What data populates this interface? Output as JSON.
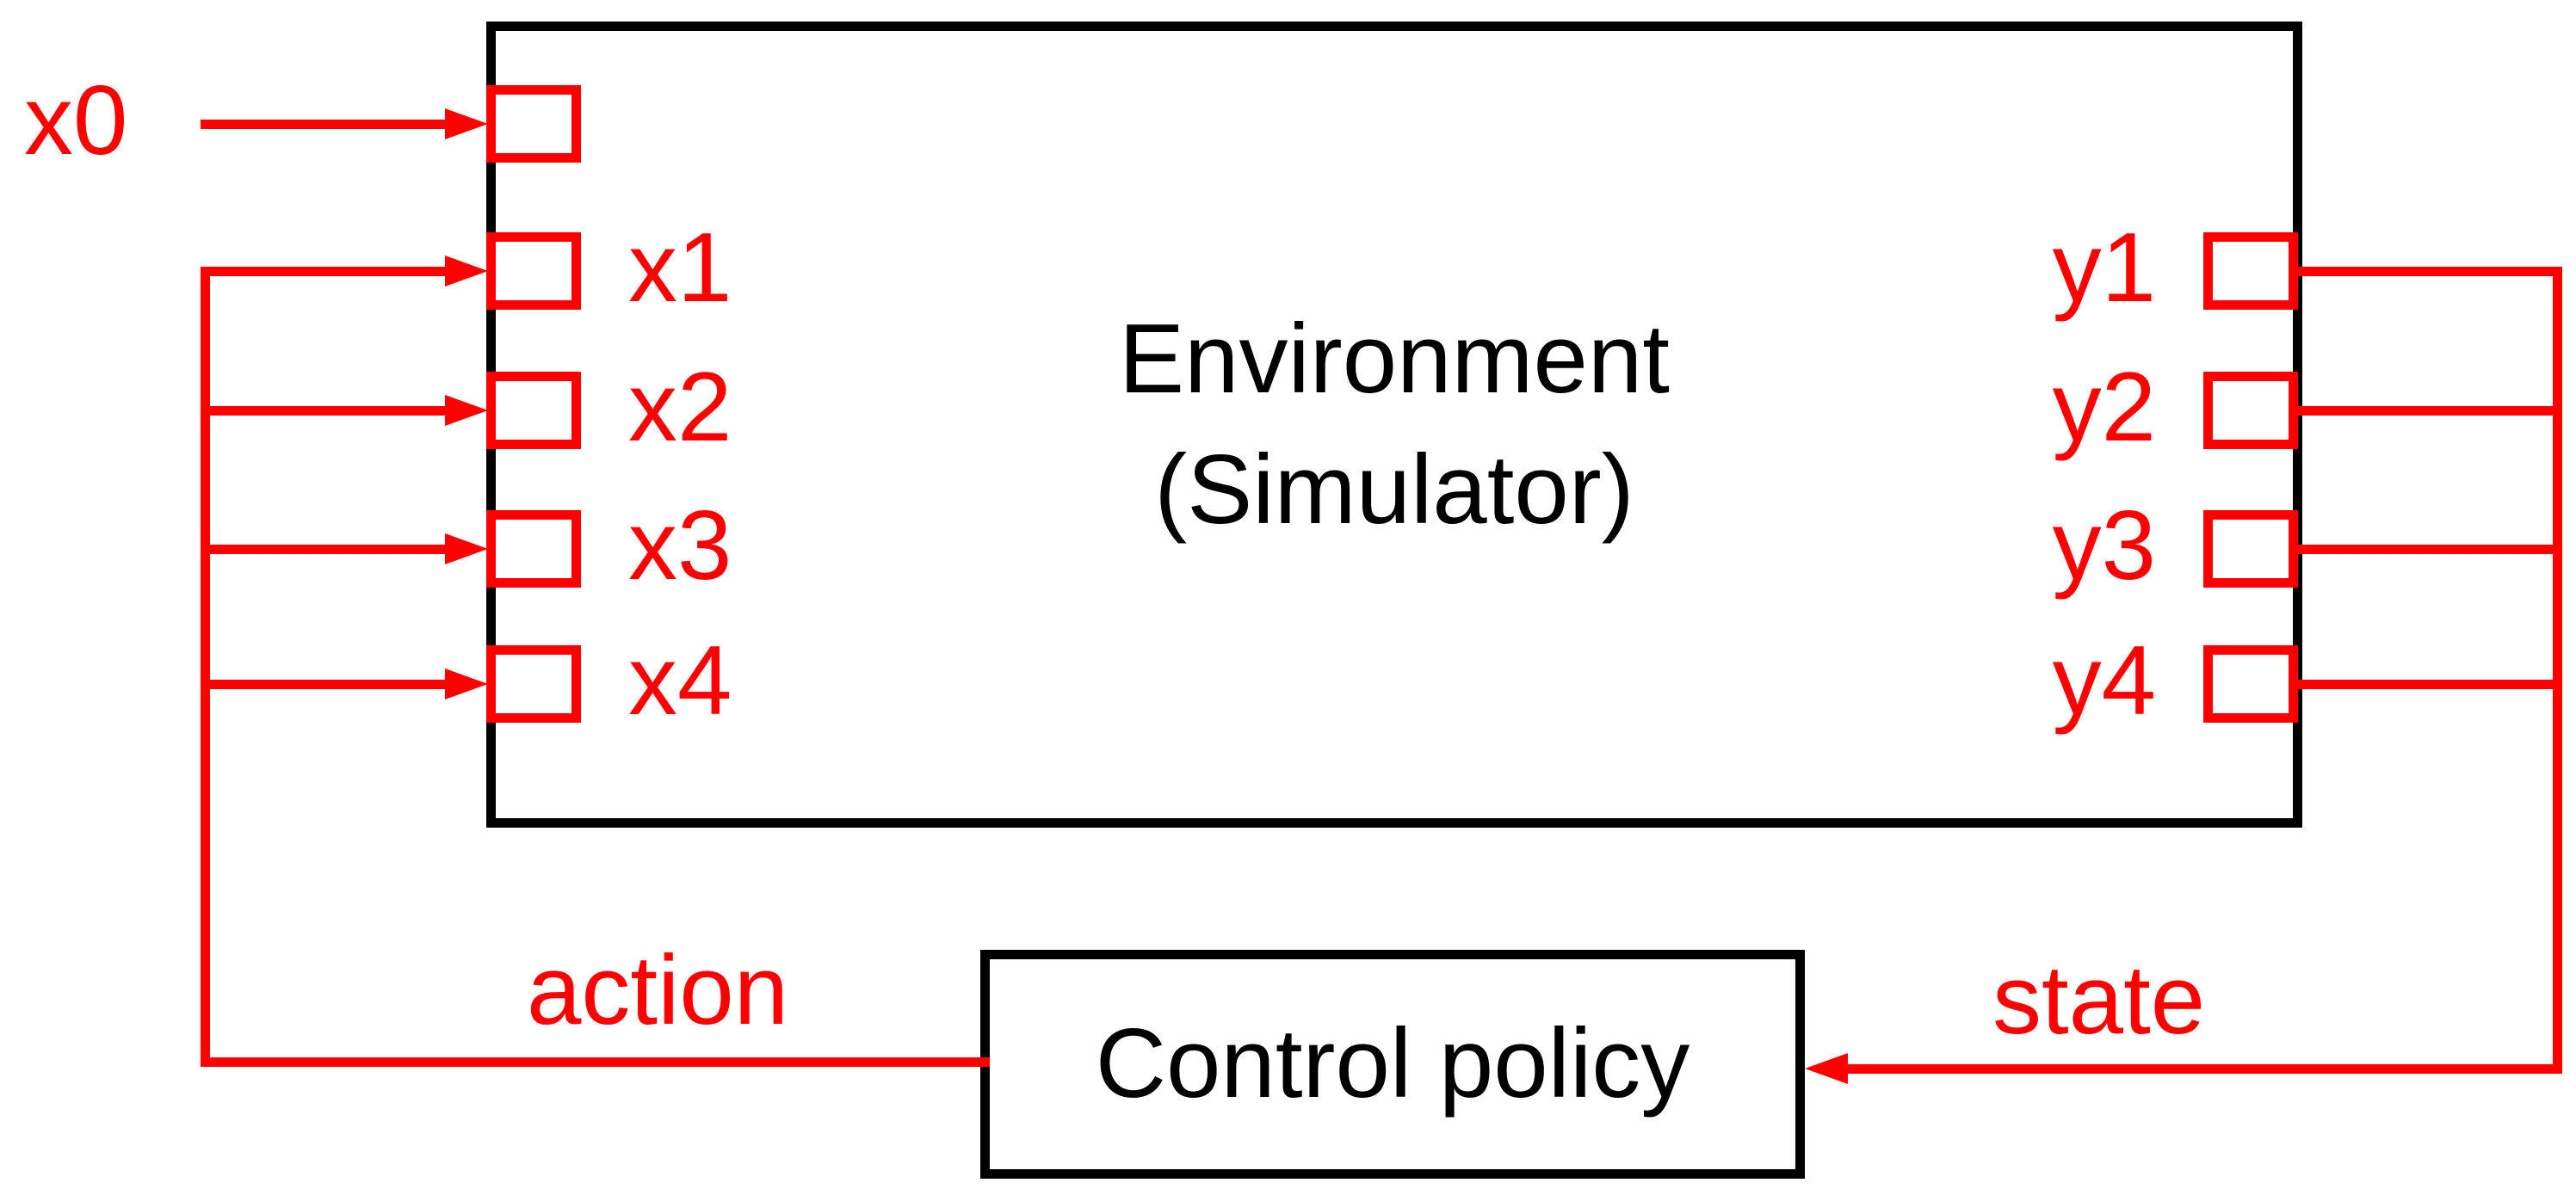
{
  "colors": {
    "accent": "#ff0000",
    "line": "#000000",
    "background": "#ffffff"
  },
  "environment_box": {
    "title_line1": "Environment",
    "title_line2": "(Simulator)"
  },
  "control_box": {
    "label": "Control policy"
  },
  "ports": {
    "initial_input": {
      "label": "x0"
    },
    "inputs": [
      {
        "label": "x1"
      },
      {
        "label": "x2"
      },
      {
        "label": "x3"
      },
      {
        "label": "x4"
      }
    ],
    "outputs": [
      {
        "label": "y1"
      },
      {
        "label": "y2"
      },
      {
        "label": "y3"
      },
      {
        "label": "y4"
      }
    ]
  },
  "flows": {
    "action_label": "action",
    "state_label": "state"
  }
}
